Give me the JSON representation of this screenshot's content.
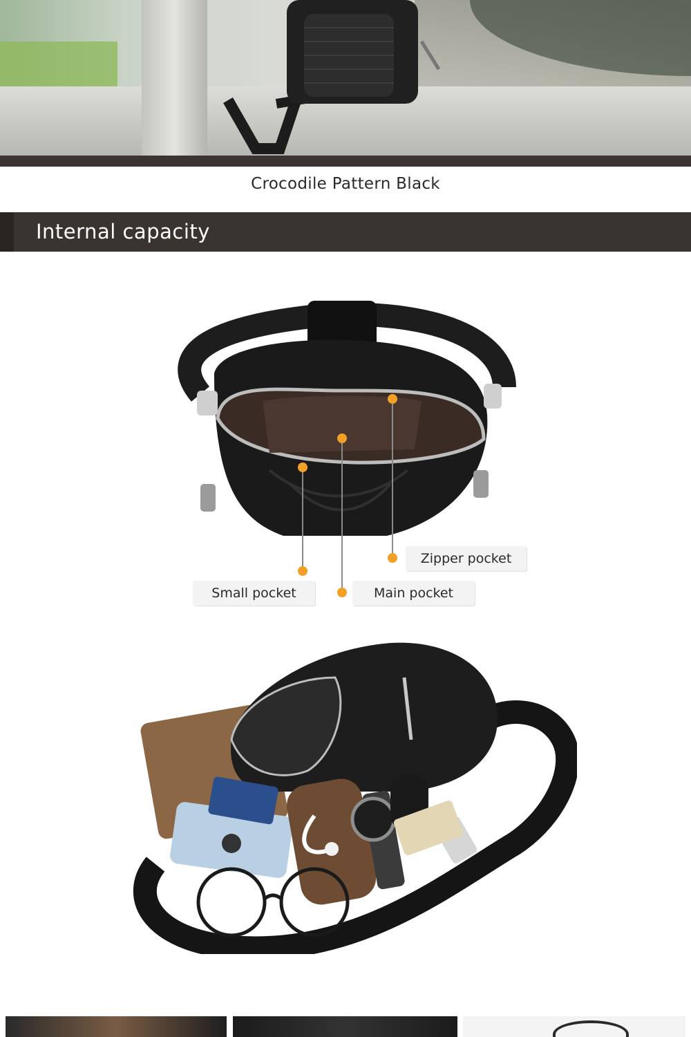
{
  "caption": "Crocodile Pattern Black",
  "section": {
    "title": "Internal capacity"
  },
  "pocket_labels": {
    "zipper": "Zipper pocket",
    "small": "Small pocket",
    "main": "Main pocket"
  },
  "colors": {
    "band": "#3a3431",
    "accent_dot": "#f3a126",
    "label_bg": "#f3f3f3"
  }
}
